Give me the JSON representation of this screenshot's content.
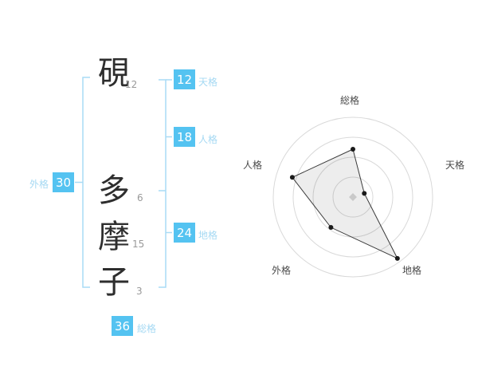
{
  "name_analysis": {
    "name": {
      "chars": [
        {
          "glyph": "硯",
          "strokes": "12"
        },
        {
          "glyph": "多",
          "strokes": "6"
        },
        {
          "glyph": "摩",
          "strokes": "15"
        },
        {
          "glyph": "子",
          "strokes": "3"
        }
      ]
    },
    "kaku": {
      "ten": {
        "label": "天格",
        "value": "12"
      },
      "jin": {
        "label": "人格",
        "value": "18"
      },
      "chi": {
        "label": "地格",
        "value": "24"
      },
      "gai": {
        "label": "外格",
        "value": "30"
      },
      "sou": {
        "label": "総格",
        "value": "36"
      }
    },
    "accent_color": "#54c3f1",
    "label_color": "#a5d9f3",
    "bracket_color": "#a9dbf5"
  },
  "chart_data": {
    "type": "radar",
    "axes": [
      "総格",
      "天格",
      "地格",
      "外格",
      "人格"
    ],
    "values": [
      60,
      15,
      95,
      47,
      80
    ],
    "max": 100,
    "rings": 4,
    "grid": "circles",
    "start_angle": "top",
    "direction": "clockwise",
    "legend": "none"
  }
}
